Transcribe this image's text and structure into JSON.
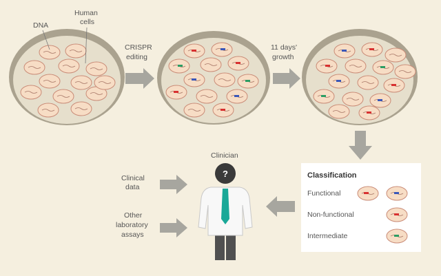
{
  "labels": {
    "dna": "DNA",
    "human_cells_line1": "Human",
    "human_cells_line2": "cells",
    "crispr_line1": "CRISPR",
    "crispr_line2": "editing",
    "growth_line1": "11 days'",
    "growth_line2": "growth",
    "clinician": "Clinician",
    "question_mark": "?",
    "clinical_data_line1": "Clinical",
    "clinical_data_line2": "data",
    "other_assays_line1": "Other",
    "other_assays_line2": "laboratory",
    "other_assays_line3": "assays"
  },
  "classification": {
    "title": "Classification",
    "functional": "Functional",
    "non_functional": "Non-functional",
    "intermediate": "Intermediate"
  },
  "colors": {
    "background": "#f5efdf",
    "dish_rim": "#aaa28f",
    "dish_fill": "#e6dfcc",
    "cell_fill": "#f7ddc5",
    "cell_outline": "#c98b77",
    "arrow": "#a7a69f",
    "coat": "#f8f8f8",
    "tie": "#1aa898",
    "trousers": "#505050",
    "head": "#3a3a3a",
    "mark_red": "#d83030",
    "mark_blue": "#3a57b8",
    "mark_green": "#2c9d63"
  }
}
